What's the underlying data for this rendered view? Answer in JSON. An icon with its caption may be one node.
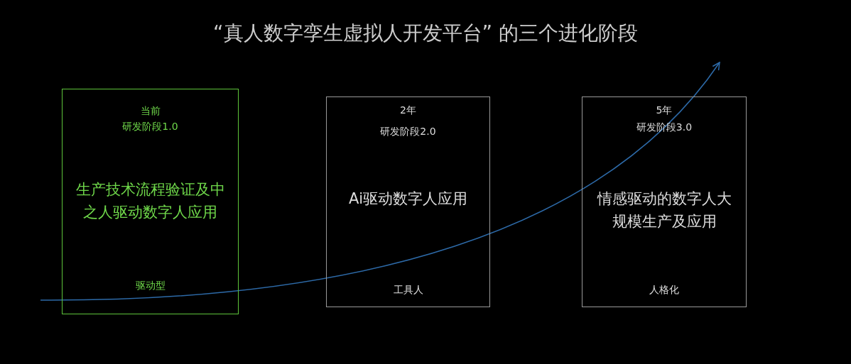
{
  "diagram": {
    "title": "“真人数字孪生虚拟人开发平台” 的三个进化阶段",
    "nodes": [
      {
        "text": [
          "当前",
          "研发阶段1.0",
          "生产技术流程验证及中之人驱动数字人应用",
          "驱动型"
        ]
      },
      {
        "text": [
          "2年",
          "研发阶段2.0",
          "Ai驱动数字人应用",
          "工具人"
        ]
      },
      {
        "text": [
          "5年",
          "研发阶段3.0",
          "情感驱动的数字人大规模生产及应用",
          "人格化"
        ]
      }
    ]
  }
}
